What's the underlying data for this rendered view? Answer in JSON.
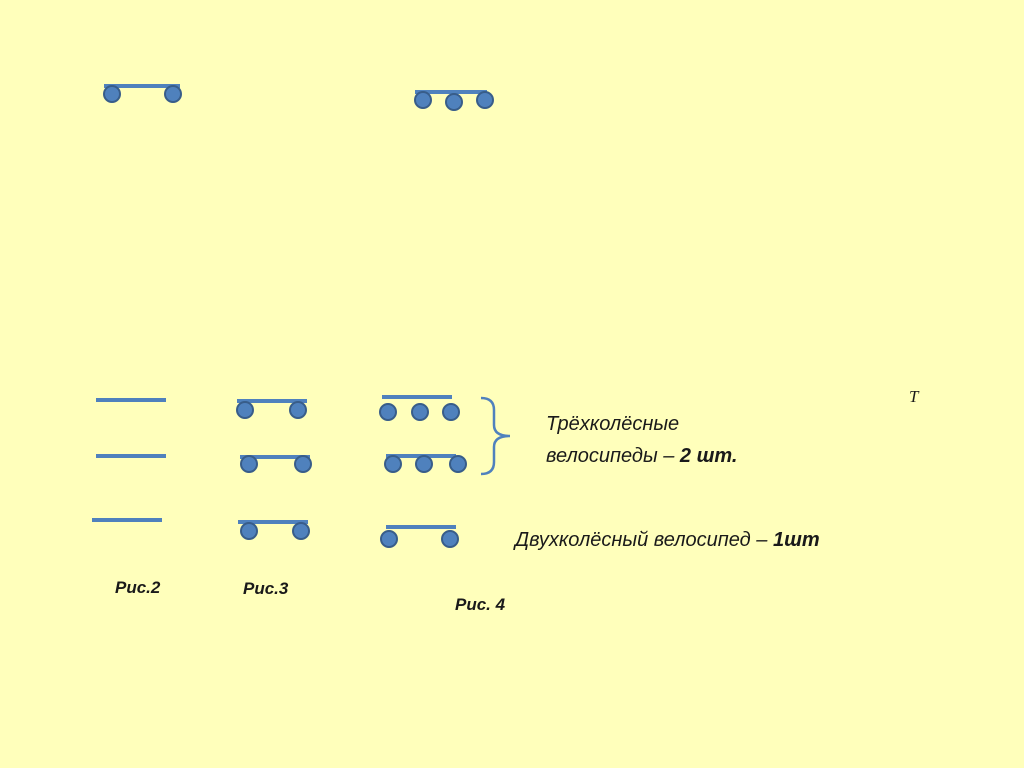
{
  "colors": {
    "background": "#FFFFBB",
    "bar": "#4F81BD",
    "wheel_fill": "#4F81BD",
    "wheel_stroke": "#385D8A",
    "text": "#1a1a1a"
  },
  "figures": {
    "fig2": {
      "caption": "Рис.2"
    },
    "fig3": {
      "caption": "Рис.3"
    },
    "fig4": {
      "caption": "Рис. 4"
    }
  },
  "labels": {
    "tricycles_line1": "Трёхколёсные",
    "tricycles_line2_prefix": "велосипеды – ",
    "tricycles_count": "2 шт.",
    "bicycle_prefix": "Двухколёсный велосипед – ",
    "bicycle_count": "1шт",
    "stray_letter": "Т"
  }
}
